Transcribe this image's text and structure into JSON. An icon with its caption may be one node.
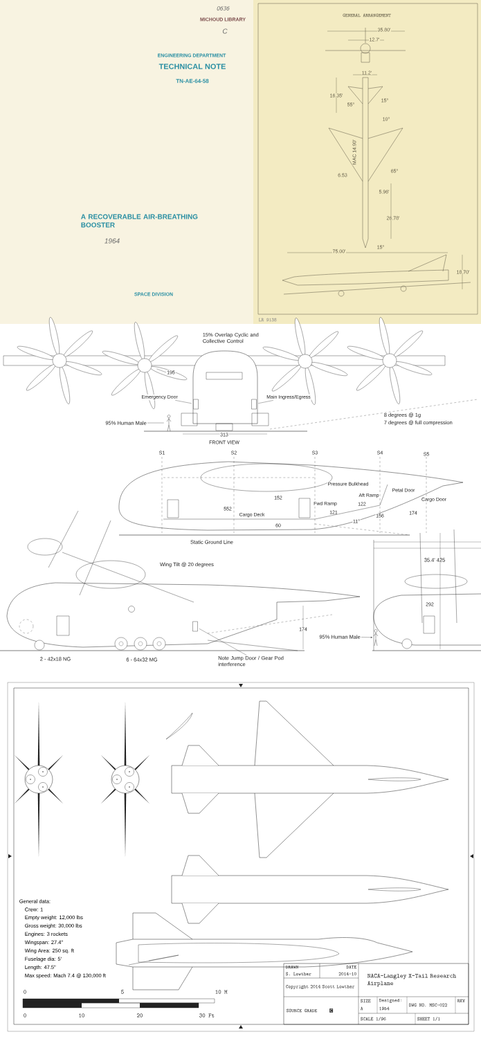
{
  "diagram": {
    "nodes": [
      {
        "text": [
          "Emergency Door"
        ]
      },
      {
        "text": [],
        "shape": "box"
      },
      {
        "text": [
          "Main Ingress/Egress"
        ]
      },
      {
        "text": [],
        "shape": "box"
      },
      {
        "text": [
          "95% Human Male"
        ]
      },
      {
        "text": [],
        "shape": "person"
      },
      {
        "text": [
          "Note Jump Door / Gear Pod interference"
        ]
      },
      {
        "text": [],
        "shape": "box"
      },
      {
        "text": [
          "95% Human Male"
        ]
      },
      {
        "text": [],
        "shape": "person"
      },
      {
        "text": [
          "195"
        ]
      }
    ],
    "edges": [
      {
        "from": 0,
        "to": 1,
        "arrow": "none"
      },
      {
        "from": 2,
        "to": 3,
        "arrow": "none"
      },
      {
        "from": 4,
        "to": 5,
        "arrow": "none"
      },
      {
        "from": 6,
        "to": 7,
        "arrow": "none"
      },
      {
        "from": 8,
        "to": 9,
        "arrow": "to"
      },
      {
        "from": 10,
        "to": null,
        "arrow": "none"
      }
    ],
    "labels": [
      "0636",
      "MICHOUD LIBRARY",
      "C",
      "ENGINEERING DEPARTMENT",
      "TECHNICAL NOTE",
      "TN-AE-64-58",
      "A RECOVERABLE AIR-BREATHING BOOSTER",
      "1964",
      "SPACE DIVISION",
      "GENERAL ARRANGEMENT",
      "35.80'",
      "12.7'",
      "11.2'",
      "16.35'",
      "55°",
      "15°",
      "10°",
      "MAC 14.90'",
      "6.53",
      "65°",
      "5.96'",
      "26.78'",
      "75.00'",
      "15°",
      "18.70'",
      "LR 9138",
      "15% Overlap Cyclic and Collective Control",
      "313",
      "FRONT VIEW",
      "8 degrees @ 1g",
      "7 degrees @ full compression",
      "S1",
      "S2",
      "S3",
      "S4",
      "S5",
      "Pressure Bulkhead",
      "Petal Door",
      "Cargo Door",
      "Aft Ramp",
      "Fwd Ramp",
      "122",
      "121",
      "552",
      "152",
      "Cargo Deck",
      "11°",
      "156",
      "174",
      "60",
      "Static Ground Line",
      "Wing Tilt @ 20 degrees",
      "174",
      "2 - 42x18 NG",
      "6 - 64x32 MG",
      "35.4' 425",
      "292",
      "General data:",
      "Crew: 1",
      "Empty weight: 12,000 lbs",
      "Gross weight: 30,000 lbs",
      "Engines: 3 rockets",
      "Wingspan: 27.4\"",
      "Wing Area: 250 sq. ft",
      "Fuselage dia: 5'",
      "Length: 47.5\"",
      "Max speed: Mach 7.4 @ 130,000 ft",
      "0",
      "5",
      "10 M",
      "0",
      "10",
      "20",
      "30 Ft",
      "DRAWN",
      "S. Lowther",
      "DATE",
      "2014-10",
      "Copyright 2014 Scott Lowther",
      "NACA-Langley X-Tail Research Airplane",
      "SOURCE GRADE",
      "C",
      "SIZE",
      "A",
      "Designed:",
      "1954",
      "DWG NO. MSC-022",
      "REV",
      "SCALE 1/96",
      "SHEET 1/1"
    ]
  }
}
